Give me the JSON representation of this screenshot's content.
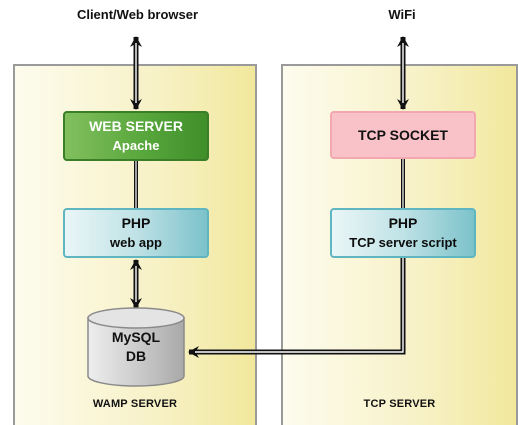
{
  "top_labels": {
    "client": "Client/Web browser",
    "wifi": "WiFi"
  },
  "wamp_panel": {
    "caption": "WAMP SERVER",
    "web_server": {
      "line1": "WEB SERVER",
      "line2": "Apache"
    },
    "php": {
      "line1": "PHP",
      "line2": "web app"
    },
    "database": {
      "line1": "MySQL",
      "line2": "DB"
    }
  },
  "tcp_panel": {
    "caption": "TCP SERVER",
    "socket": {
      "line1": "TCP SOCKET"
    },
    "php": {
      "line1": "PHP",
      "line2": "TCP server script"
    }
  },
  "colors": {
    "panel_fill": "#f7f1c6",
    "panel_border": "#9a9a9a",
    "web_server_fill": "#58a73c",
    "php_fill": "#bfe2e6",
    "tcp_socket_fill": "#f9c2c8",
    "db_fill": "#c8c8c8"
  }
}
